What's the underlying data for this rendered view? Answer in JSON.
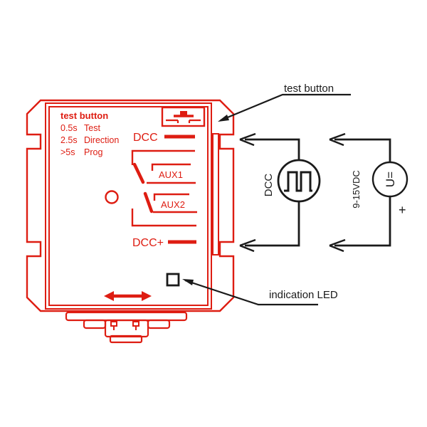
{
  "module": {
    "legend": {
      "title": "test button",
      "rows": [
        {
          "time": "0.5s",
          "action": "Test"
        },
        {
          "time": "2.5s",
          "action": "Direction"
        },
        {
          "time": ">5s",
          "action": "Prog"
        }
      ]
    },
    "terminals": {
      "dcc": "DCC",
      "aux1": "AUX1",
      "aux2": "AUX2",
      "dcc_plus": "DCC+"
    }
  },
  "callouts": {
    "test_button": "test button",
    "indication_led": "indication LED"
  },
  "sources": {
    "dcc": {
      "label": "DCC"
    },
    "power": {
      "label": "9-15VDC",
      "symbol": "U=",
      "plus": "+"
    }
  },
  "icons": {
    "dcc_source": "square-wave-icon",
    "power_source": "dc-voltage-source-icon",
    "test_button": "pushbutton-icon",
    "indication_led": "led-square-icon",
    "direction": "double-arrow-icon"
  },
  "colors": {
    "red": "#de1d12",
    "black": "#1a1a1a"
  }
}
